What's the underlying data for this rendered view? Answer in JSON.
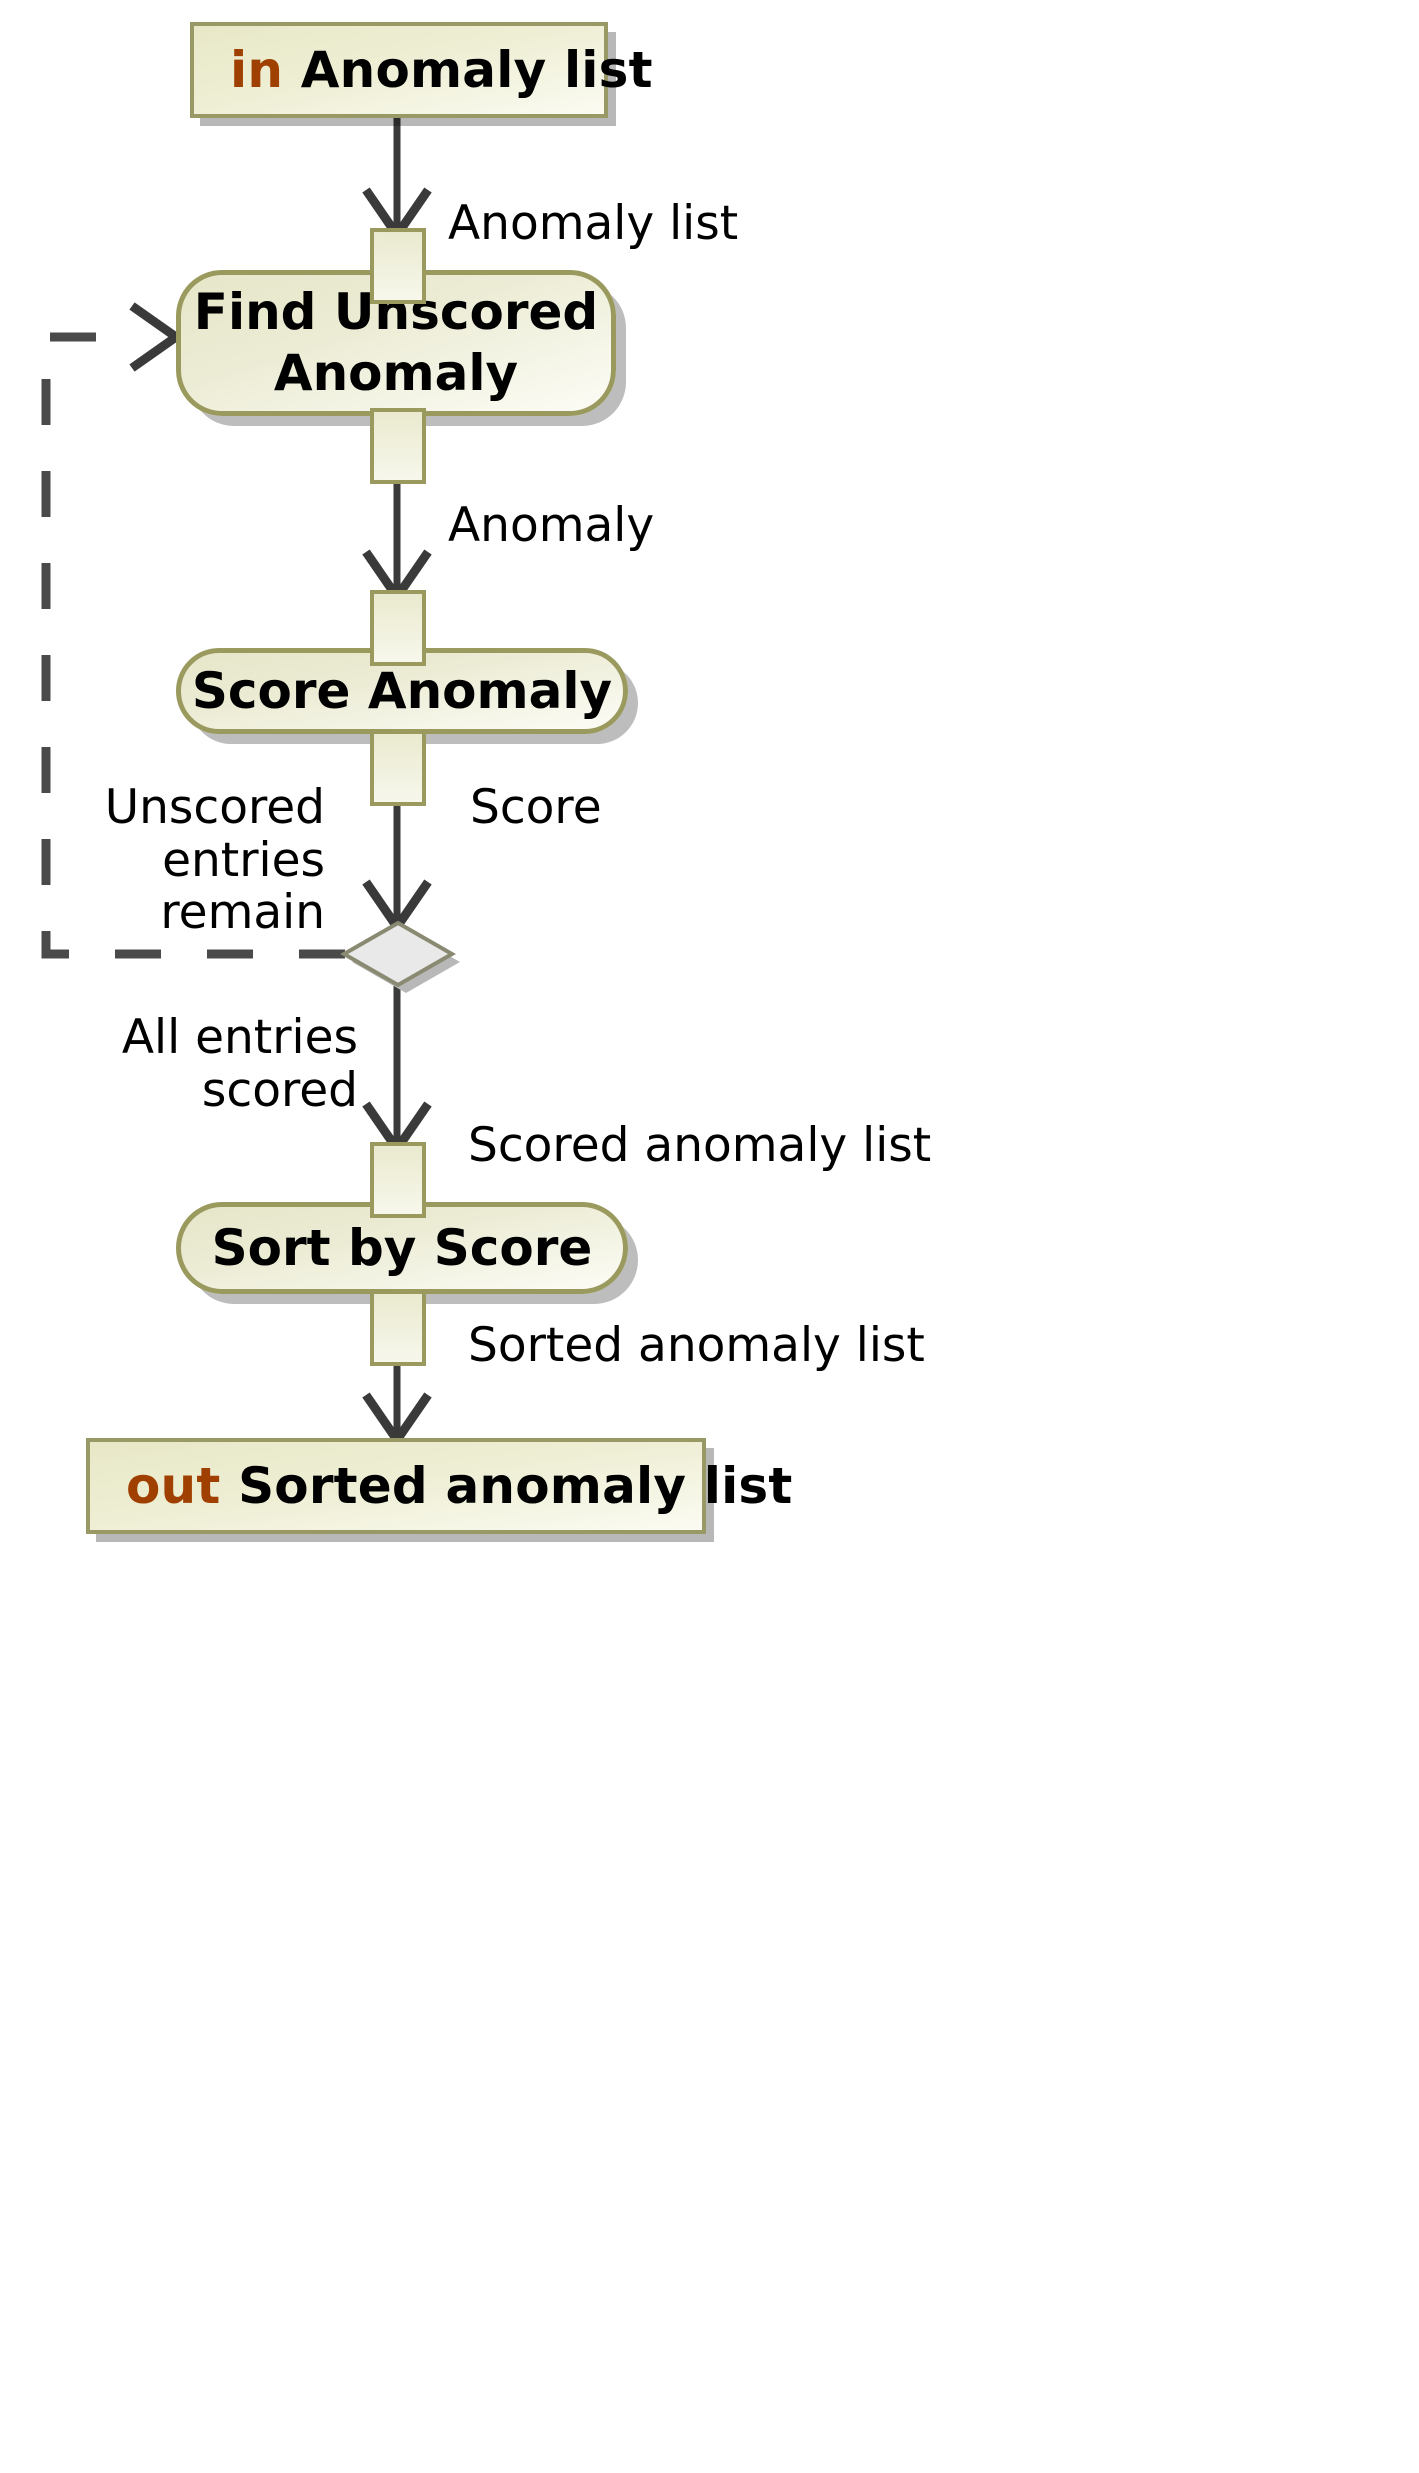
{
  "diagram": {
    "type": "uml-activity-diagram",
    "title": "Anomaly scoring activity",
    "colors": {
      "node_border": "#9a9a5e",
      "node_fill_light": "#fcfcf6",
      "node_fill_dark": "#e6e6c9",
      "keyword": "#A04000",
      "edge": "#3a3a3a",
      "diamond_fill": "#e8e8e8",
      "diamond_border": "#8a8a72",
      "shadow": "#b0b0b0",
      "text": "#000000"
    }
  },
  "nodes": {
    "input_param": {
      "keyword": "in",
      "label": "Anomaly list"
    },
    "find_unscored": {
      "label": "Find Unscored\nAnomaly"
    },
    "score_anomaly": {
      "label": "Score Anomaly"
    },
    "decision": {
      "label": ""
    },
    "sort_by_score": {
      "label": "Sort by Score"
    },
    "output_param": {
      "keyword": "out",
      "label": "Sorted anomaly list"
    }
  },
  "edges": {
    "anomaly_list": "Anomaly list",
    "anomaly": "Anomaly",
    "score": "Score",
    "unscored_remain": "Unscored\nentries\nremain",
    "all_scored": "All entries\nscored",
    "scored_anomaly_list": "Scored anomaly list",
    "sorted_anomaly_list": "Sorted anomaly list"
  }
}
